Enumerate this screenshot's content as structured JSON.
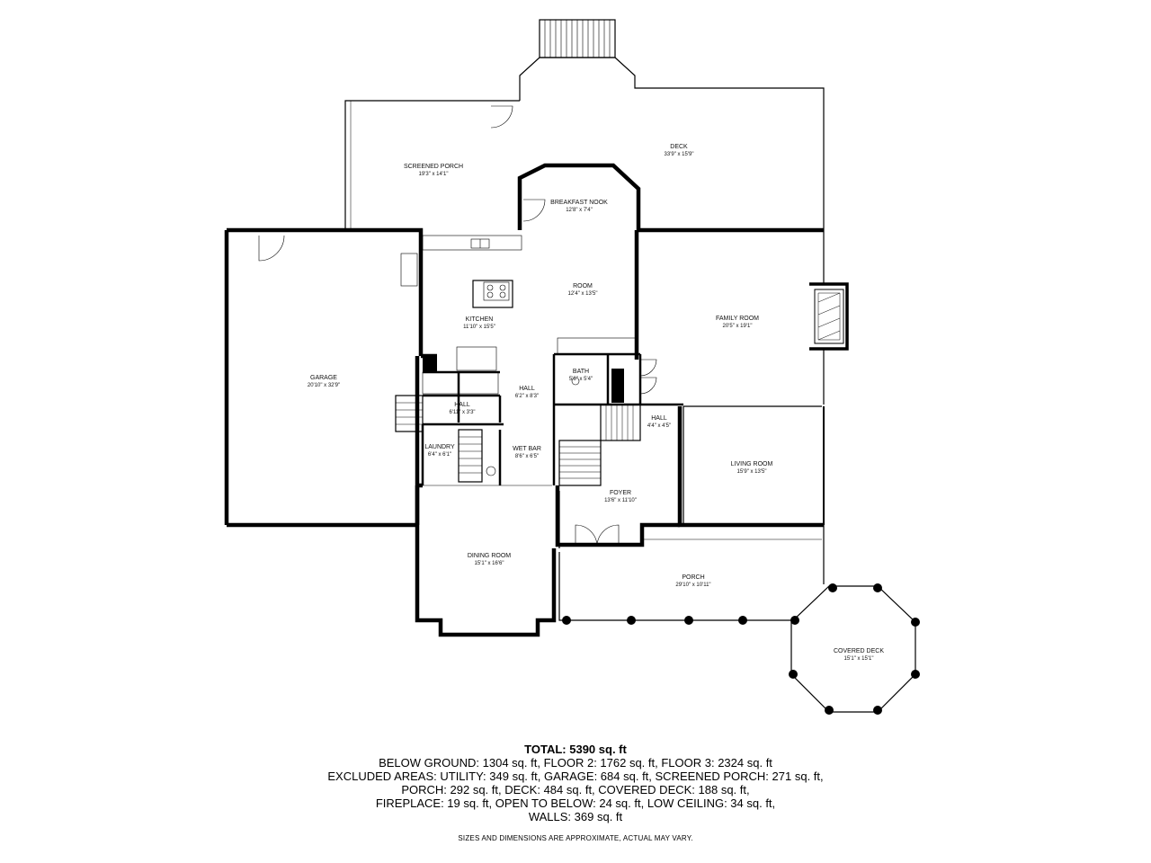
{
  "rooms": {
    "deck": {
      "name": "DECK",
      "dim": "33'9\" x 15'9\""
    },
    "screened_porch": {
      "name": "SCREENED PORCH",
      "dim": "19'3\" x 14'1\""
    },
    "breakfast_nook": {
      "name": "BREAKFAST NOOK",
      "dim": "12'8\" x 7'4\""
    },
    "room": {
      "name": "ROOM",
      "dim": "12'4\" x 13'5\""
    },
    "kitchen": {
      "name": "KITCHEN",
      "dim": "11'10\" x 15'5\""
    },
    "family_room": {
      "name": "FAMILY ROOM",
      "dim": "20'5\" x 19'1\""
    },
    "garage": {
      "name": "GARAGE",
      "dim": "20'10\" x 32'9\""
    },
    "hall_1": {
      "name": "HALL",
      "dim": "6'2\" x 8'3\""
    },
    "bath": {
      "name": "BATH",
      "dim": "5'6\" x 5'4\""
    },
    "hall_2": {
      "name": "HALL",
      "dim": "6'11\" x 3'3\""
    },
    "hall_3": {
      "name": "HALL",
      "dim": "4'4\" x 4'5\""
    },
    "laundry": {
      "name": "LAUNDRY",
      "dim": "6'4\" x 6'1\""
    },
    "wet_bar": {
      "name": "WET BAR",
      "dim": "8'6\" x 6'5\""
    },
    "living_room": {
      "name": "LIVING ROOM",
      "dim": "15'9\" x 13'5\""
    },
    "foyer": {
      "name": "FOYER",
      "dim": "13'6\" x 11'10\""
    },
    "dining_room": {
      "name": "DINING ROOM",
      "dim": "15'1\" x 16'6\""
    },
    "porch": {
      "name": "PORCH",
      "dim": "29'10\" x 10'11\""
    },
    "covered_deck": {
      "name": "COVERED DECK",
      "dim": "15'1\" x 15'1\""
    }
  },
  "summary": {
    "total": "TOTAL: 5390 sq. ft",
    "line1": "BELOW GROUND: 1304 sq. ft, FLOOR 2: 1762 sq. ft, FLOOR 3: 2324 sq. ft",
    "line2": "EXCLUDED AREAS: UTILITY: 349 sq. ft, GARAGE: 684 sq. ft, SCREENED PORCH: 271 sq. ft,",
    "line3": "PORCH: 292 sq. ft, DECK: 484 sq. ft, COVERED DECK: 188 sq. ft,",
    "line4": "FIREPLACE: 19 sq. ft, OPEN TO BELOW: 24 sq. ft, LOW CEILING: 34 sq. ft,",
    "line5": "WALLS: 369 sq. ft"
  },
  "disclaimer": "SIZES AND DIMENSIONS ARE APPROXIMATE, ACTUAL MAY VARY."
}
